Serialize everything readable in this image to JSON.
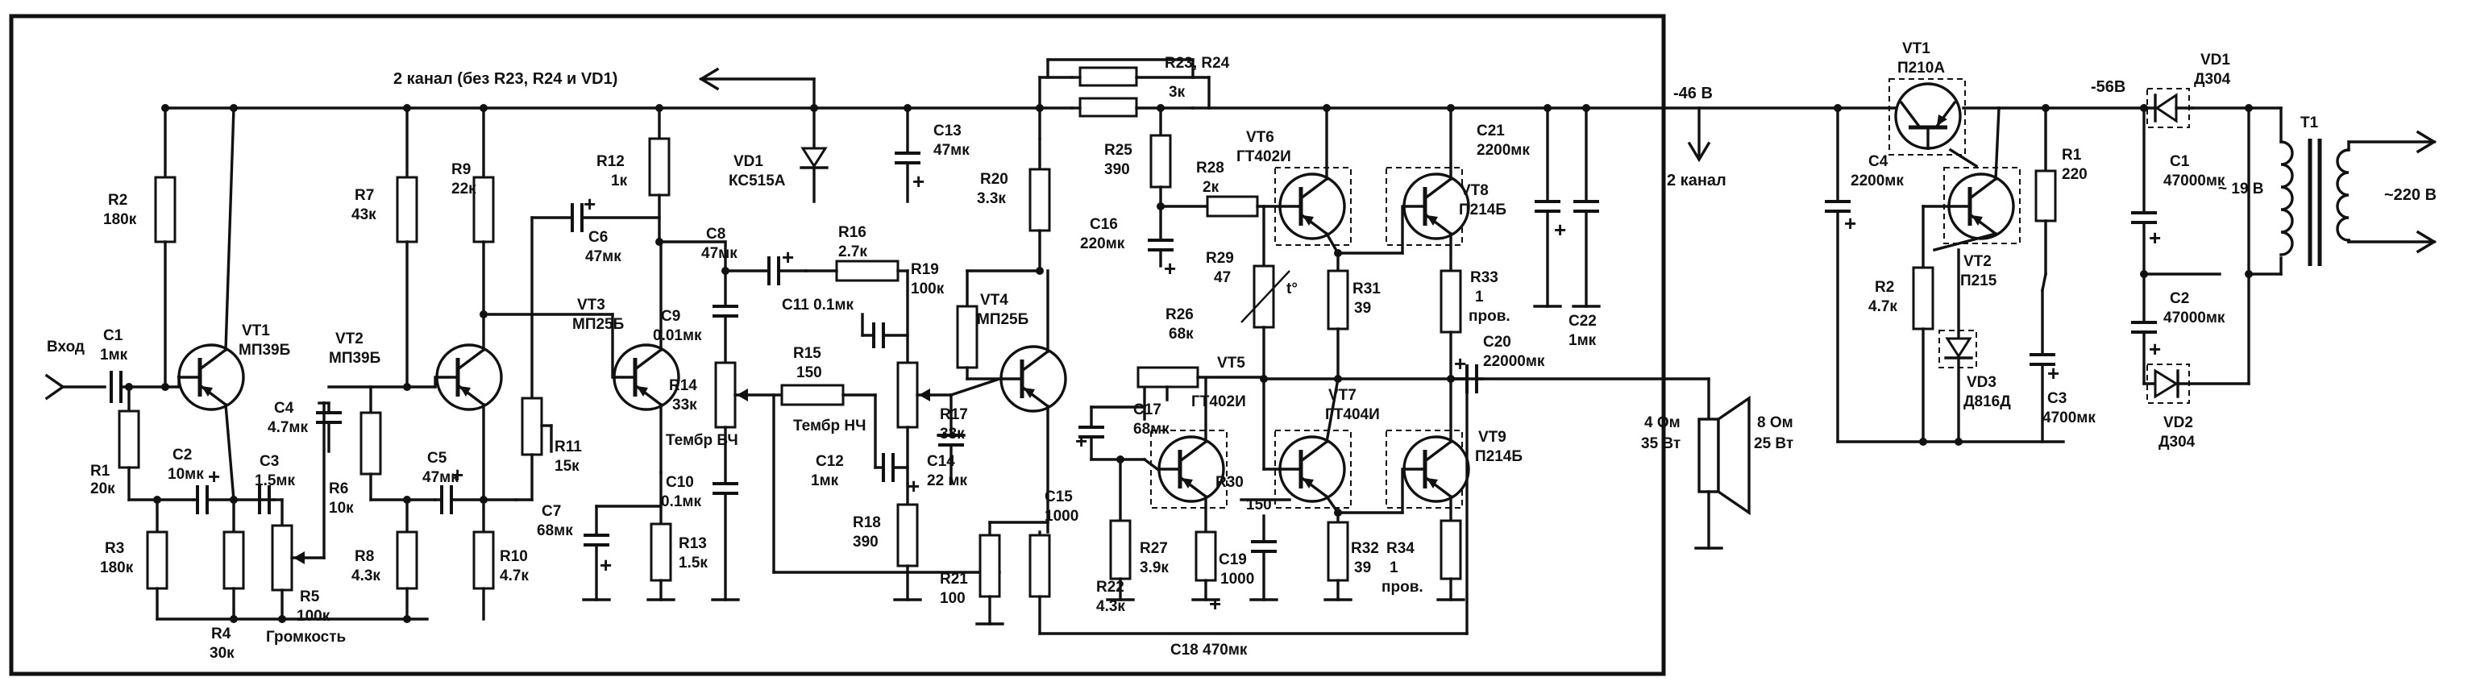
{
  "labels": {
    "ch2_top": "2 канал (без R23, R24 и VD1)",
    "ch2_mid": "2 канал",
    "v46": "-46 В",
    "v56": "-56В",
    "v19": "~ 19 В",
    "v220": "~220 В",
    "vhod": "Вход",
    "speaker4": "4 Ом",
    "speaker4p": "35 Вт",
    "speaker8": "8 Ом",
    "speaker8p": "25 Вт",
    "tembr_vch": "Тембр ВЧ",
    "tembr_nch": "Тембр НЧ",
    "gromkost": "Громкость",
    "t_degree": "t°"
  },
  "parts": {
    "C1": "C1",
    "C1v": "1мк",
    "R1": "R1",
    "R1v": "20к",
    "R2": "R2",
    "R2v": "180к",
    "R3": "R3",
    "R3v": "180к",
    "C2": "C2",
    "C2v": "10мк",
    "R4": "R4",
    "R4v": "30к",
    "VT1": "VT1",
    "VT1t": "МП39Б",
    "C3": "C3",
    "C3v": "1.5мк",
    "R5": "R5",
    "R5v": "100к",
    "C4": "C4",
    "C4v": "4.7мк",
    "R6": "R6",
    "R6v": "10к",
    "R7": "R7",
    "R7v": "43к",
    "VT2": "VT2",
    "VT2t": "МП39Б",
    "R8": "R8",
    "R8v": "4.3к",
    "C5": "C5",
    "C5v": "47мк",
    "R9": "R9",
    "R9v": "22к",
    "R10": "R10",
    "R10v": "4.7к",
    "R11": "R11",
    "R11v": "15к",
    "VT3": "VT3",
    "VT3t": "МП25Б",
    "C6": "C6",
    "C6v": "47мк",
    "R12": "R12",
    "R12v": "1к",
    "C7": "C7",
    "C7v": "68мк",
    "C8": "C8",
    "C8v": "47мк",
    "C9": "C9",
    "C9v": "0.01мк",
    "R13": "R13",
    "R13v": "1.5к",
    "C10": "C10",
    "C10v": "0.1мк",
    "R14": "R14",
    "R14v": "33к",
    "VD1": "VD1",
    "VD1t": "КС515А",
    "R16": "R16",
    "R16v": "2.7к",
    "C11": "C11 0.1мк",
    "R15": "R15",
    "R15v": "150",
    "C12": "C12",
    "C12v": "1мк",
    "R18": "R18",
    "R18v": "390",
    "R19": "R19",
    "R19v": "100к",
    "C13": "C13",
    "C13v": "47мк",
    "C14": "C14",
    "C14v": "22 мк",
    "R17": "R17",
    "R17v": "33к",
    "VT4": "VT4",
    "VT4t": "МП25Б",
    "R20": "R20",
    "R20v": "3.3к",
    "R21": "R21",
    "R21v": "100",
    "R22": "R22",
    "R22v": "4.3к",
    "C15": "C15",
    "C15v": "1000",
    "R23": "R23, R24",
    "R23v": "3к",
    "R25": "R25",
    "R25v": "390",
    "C16": "C16",
    "C16v": "220мк",
    "R28": "R28",
    "R28v": "2к",
    "VT6": "VT6",
    "VT6t": "ГТ402И",
    "VT8": "VT8",
    "VT8t": "П214Б",
    "C21": "C21",
    "C21v": "2200мк",
    "R29": "R29",
    "R29v": "47",
    "R31": "R31",
    "R31v": "39",
    "R33": "R33",
    "R33v": "1",
    "R33n": "пров.",
    "C22": "C22",
    "C22v": "1мк",
    "R26": "R26",
    "R26v": "68к",
    "VT5": "VT5",
    "C17": "C17",
    "C17v": "68мк",
    "VT5t": "ГТ402И",
    "VT7": "VT7",
    "VT7t": "ГТ404И",
    "C20": "C20",
    "C20v": "22000мк",
    "VT9": "VT9",
    "VT9t": "П214Б",
    "R27": "R27",
    "R27v": "3.9к",
    "R30": "R30",
    "R30v": "150",
    "C19": "C19",
    "C19v": "1000",
    "R32": "R32",
    "R32v": "39",
    "R34": "R34",
    "R34v": "1",
    "R34n": "пров.",
    "C18": "C18 470мк",
    "PVT1": "VT1",
    "PVT1t": "П210А",
    "PVT2": "VT2",
    "PVT2t": "П215",
    "PC4": "C4",
    "PC4v": "2200мк",
    "PR2": "R2",
    "PR2v": "4.7к",
    "PVD3": "VD3",
    "PVD3t": "Д816Д",
    "PR1": "R1",
    "PR1v": "220",
    "PC3": "C3",
    "PC3v": "4700мк",
    "PVD1": "VD1",
    "PVD1t": "Д304",
    "PC1": "C1",
    "PC1v": "47000мк",
    "PC2": "C2",
    "PC2v": "47000мк",
    "PVD2": "VD2",
    "PVD2t": "Д304",
    "T1": "T1"
  }
}
